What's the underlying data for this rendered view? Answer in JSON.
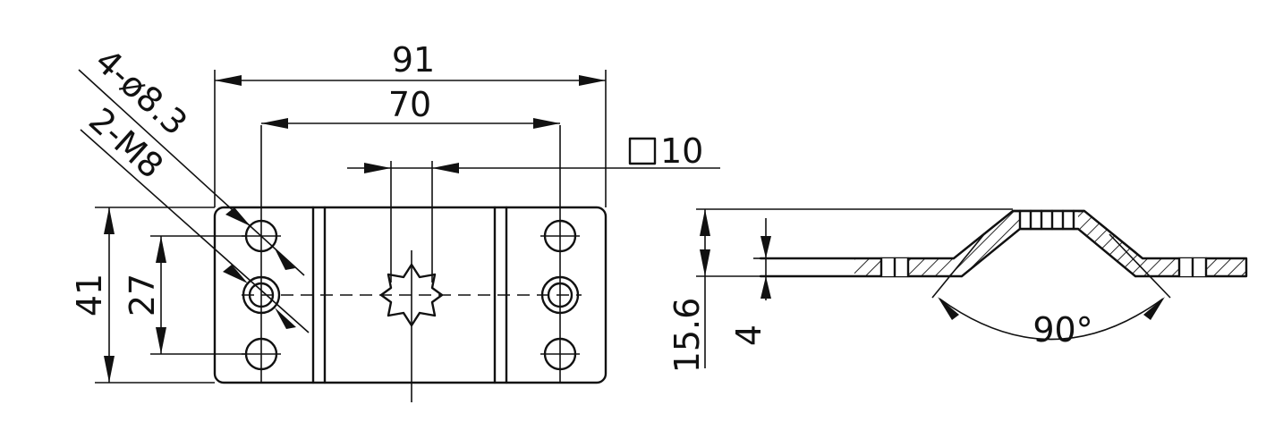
{
  "front_view": {
    "overall_width": "91",
    "hole_pitch": "70",
    "overall_height": "41",
    "hole_vertical_pitch": "27",
    "callout_holes": "4-ø8.3",
    "callout_threads": "2-M8"
  },
  "square_hole_size": "10",
  "side_view": {
    "total_height": "15.6",
    "thickness": "4",
    "bend_angle": "90°"
  }
}
